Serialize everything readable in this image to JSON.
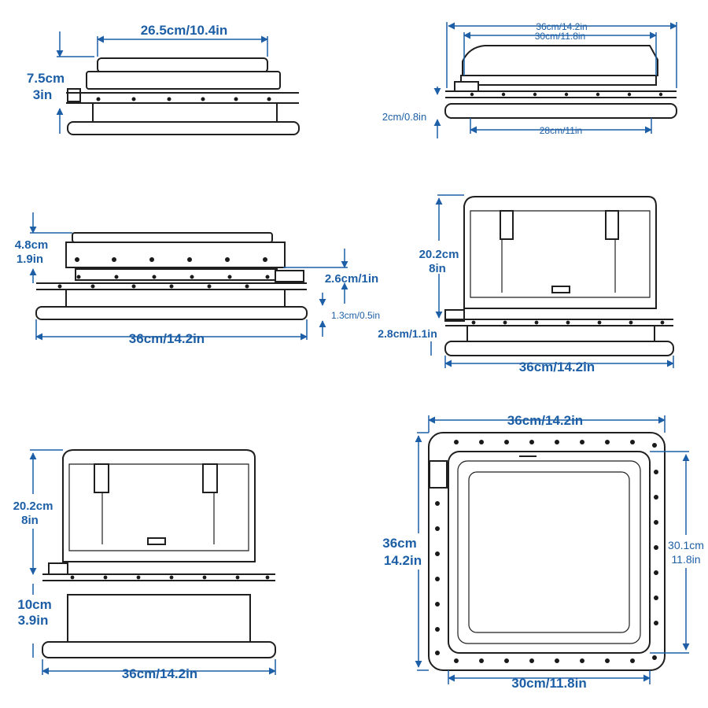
{
  "colors": {
    "dimension": "#1d5fa6",
    "outline": "#1f1f1f",
    "background": "#ffffff"
  },
  "views": {
    "top_left": {
      "width_label": "26.5cm/10.4in",
      "height_label_cm": "7.5cm",
      "height_label_in": "3in"
    },
    "top_right": {
      "outer_label": "36cm/14.2in",
      "inner_label": "30cm/11.8in",
      "flange_label": "2cm/0.8in",
      "bottom_label": "28cm/11in"
    },
    "middle_left": {
      "height_label_cm": "4.8cm",
      "height_label_in": "1.9in",
      "frame_label": "2.6cm/1in",
      "flange_label": "1.3cm/0.5in",
      "width_label": "36cm/14.2in"
    },
    "middle_right": {
      "height_label_cm": "20.2cm",
      "height_label_in": "8in",
      "flange_label": "2.8cm/1.1in",
      "width_label": "36cm/14.2in"
    },
    "bottom_left": {
      "height_label_cm": "20.2cm",
      "height_label_in": "8in",
      "depth_label_cm": "10cm",
      "depth_label_in": "3.9in",
      "width_label": "36cm/14.2in"
    },
    "bottom_right": {
      "top_label": "36cm/14.2in",
      "left_label_cm": "36cm",
      "left_label_in": "14.2in",
      "right_label_cm": "30.1cm",
      "right_label_in": "11.8in",
      "bottom_label": "30cm/11.8in"
    }
  }
}
